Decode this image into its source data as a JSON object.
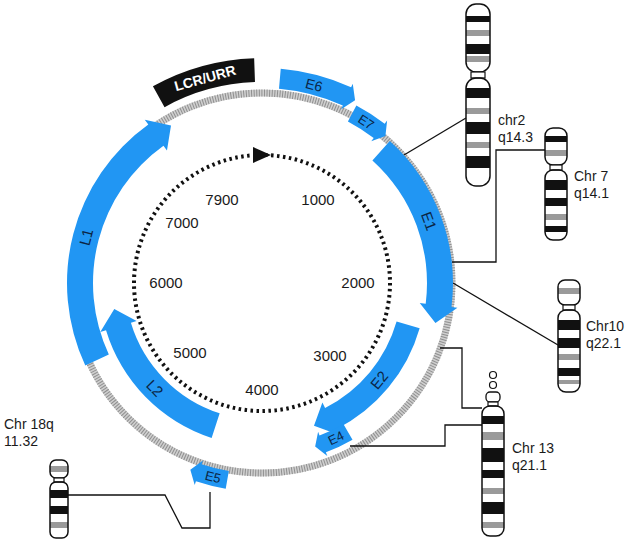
{
  "diagram": {
    "nodes": [
      {
        "text": [
          "LCR/URR"
        ]
      },
      {
        "text": [
          "E6"
        ]
      },
      {
        "text": [
          "E7"
        ]
      },
      {
        "text": [
          "E1"
        ]
      },
      {
        "text": [
          "E2"
        ]
      },
      {
        "text": [
          "E4"
        ]
      },
      {
        "text": [
          "E5"
        ]
      },
      {
        "text": [
          "L2"
        ]
      },
      {
        "text": [
          "L1"
        ]
      }
    ],
    "labels": [
      "7900",
      "1000",
      "2000",
      "3000",
      "4000",
      "5000",
      "6000",
      "7000",
      "chr2 q14.3",
      "Chr 7 q14.1",
      "Chr10 q22.1",
      "Chr 13 q21.1",
      "Chr 18q 11.32"
    ]
  }
}
